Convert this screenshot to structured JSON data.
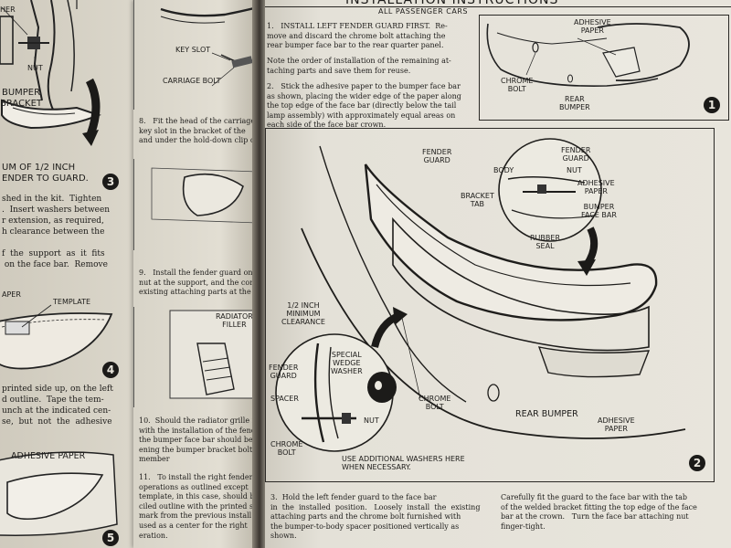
{
  "left_page": {
    "fig1_labels": {
      "washer": "HER",
      "nut": "NUT",
      "bumper_bracket": "BUMPER\nBRACKET"
    },
    "fig3_caption": "UM OF 1/2 INCH\nENDER TO GUARD.",
    "fig3_number": "3",
    "text_a": "shed in the kit.  Tighten\n.  Insert washers between\nr extension, as required,\nh clearance between the",
    "text_b": "f  the  support  as  it  fits\n on the face bar.  Remove",
    "fig4_labels": {
      "paper": "APER",
      "template": "TEMPLATE"
    },
    "fig4_number": "4",
    "text_c": "printed side up, on the left\nd outline.  Tape the tem-\nunch at the indicated cen-\nse,  but  not  the  adhesive",
    "fig5_label": "ADHESIVE PAPER",
    "fig5_number": "5"
  },
  "middle_page": {
    "top_labels": {
      "key_slot": "KEY SLOT",
      "carriage_bolt": "CARRIAGE BOLT"
    },
    "step8": "8.   Fit the head of the carriage\nkey slot in the bracket of the\nand under the hold-down clip on",
    "step9": "9.   Install the fender guard on\nnut at the support, and the cor\nexisting attaching parts at the p",
    "radiator_label": "RADIATOR\nFILLER",
    "step10": "10.  Should the radiator grille fi\nwith the installation of the fende\nthe bumper face bar should be\nening the bumper bracket bolts\nmember",
    "step11": "11.   To install the right fender\noperations as outlined except\ntemplate, in this case, should b\nciled outline with the printed si\nmark from the previous install\nused as a center for the right\neration."
  },
  "right_page": {
    "header_title": "INSTALLATION INSTRUCTIONS",
    "header_sub": "ALL PASSENGER CARS",
    "step1": "1.   INSTALL LEFT FENDER GUARD FIRST.  Re-\nmove and discard the chrome bolt attaching the\nrear bumper face bar to the rear quarter panel.",
    "note": "Note the order of installation of the remaining at-\ntaching parts and save them for reuse.",
    "step2": "2.   Stick the adhesive paper to the bumper face bar\nas shown, placing the wider edge of the paper along\nthe top edge of the face bar (directly below the tail\nlamp assembly) with approximately equal areas on\neach side of the face bar crown.",
    "fig1_labels": {
      "adhesive_paper": "ADHESIVE\nPAPER",
      "chrome_bolt": "CHROME\nBOLT",
      "rear_bumper": "REAR\nBUMPER"
    },
    "fig1_number": "1",
    "fig2_labels": {
      "fender_guard": "FENDER\nGUARD",
      "body": "BODY",
      "fender_guard_inset": "FENDER\nGUARD",
      "nut_inset": "NUT",
      "bracket_tab": "BRACKET\nTAB",
      "adhesive_paper_inset": "ADHESIVE\nPAPER",
      "bumper_face_bar": "BUMPER\nFACE BAR",
      "rubber_seal": "RUBBER\nSEAL",
      "min_clearance": "1/2 INCH\nMINIMUM\nCLEARANCE",
      "special_washer": "SPECIAL\nWEDGE\nWASHER",
      "fender_guard_detail": "FENDER\nGUARD",
      "spacer": "SPACER",
      "chrome_bolt_detail": "CHROME\nBOLT",
      "nut_detail": "NUT",
      "chrome_bolt": "CHROME\nBOLT",
      "rear_bumper": "REAR BUMPER",
      "adhesive_paper": "ADHESIVE\nPAPER",
      "washers_note": "USE ADDITIONAL WASHERS HERE\nWHEN NECESSARY."
    },
    "fig2_number": "2",
    "step3": "3.  Hold the left fender guard to the face bar\nin  the  installed  position.   Loosely  install  the  existing\nattaching parts and the chrome bolt furnished with\nthe bumper-to-body spacer positioned vertically as\nshown.",
    "step3_cont": "Carefully fit the guard to the face bar with the tab\nof the welded bracket fitting the top edge of the face\nbar at the crown.   Turn the face bar attaching nut\nfinger-tight."
  }
}
